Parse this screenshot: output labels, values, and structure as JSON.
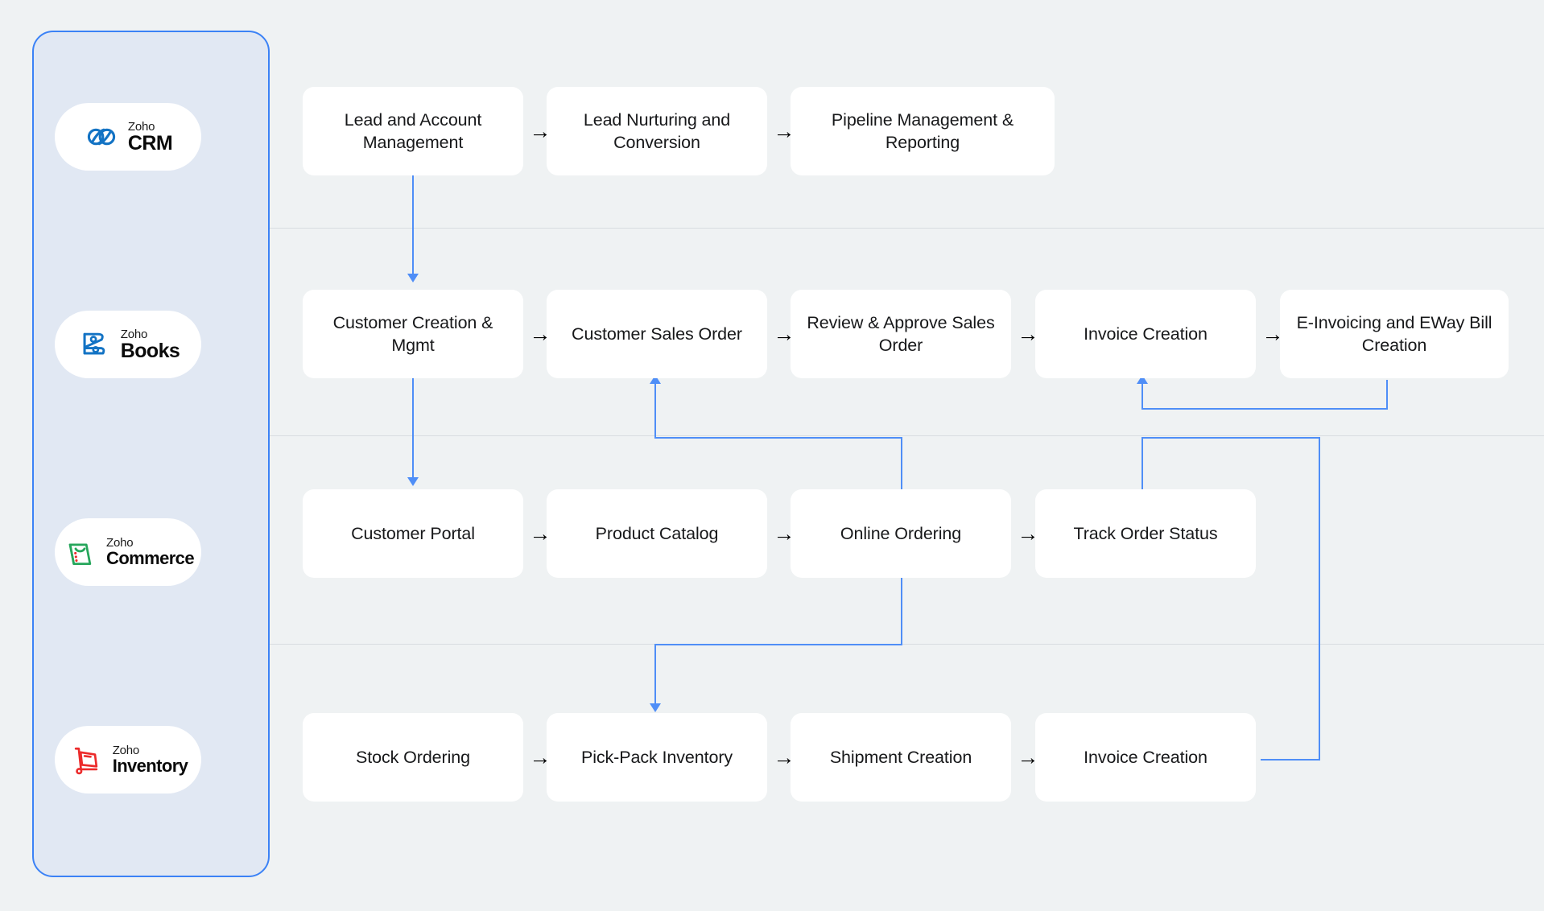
{
  "diagram": {
    "title": "Zoho suite order-to-invoice process flow",
    "colors": {
      "canvas_bg": "#eff2f3",
      "rail_bg": "#e1e8f3",
      "rail_border": "#3b82f6",
      "node_bg": "#ffffff",
      "connector": "#4f8ef7",
      "divider": "#d8dde1",
      "text": "#17181a"
    },
    "sequence_arrow_glyph": "→"
  },
  "apps": [
    {
      "brand": "Zoho",
      "name": "CRM",
      "icon": "zoho-crm-logo-icon",
      "accent": "#1373c4"
    },
    {
      "brand": "Zoho",
      "name": "Books",
      "icon": "zoho-books-logo-icon",
      "accent": "#1373c4"
    },
    {
      "brand": "Zoho",
      "name": "Commerce",
      "icon": "zoho-commerce-logo-icon",
      "accent": "#26a65b"
    },
    {
      "brand": "Zoho",
      "name": "Inventory",
      "icon": "zoho-inventory-logo-icon",
      "accent": "#ec2b2b"
    }
  ],
  "rows": [
    {
      "app": "CRM",
      "nodes": [
        "Lead and Account Management",
        "Lead Nurturing and Conversion",
        "Pipeline Management & Reporting"
      ]
    },
    {
      "app": "Books",
      "nodes": [
        "Customer Creation & Mgmt",
        "Customer Sales Order",
        "Review & Approve Sales Order",
        "Invoice Creation",
        "E-Invoicing and EWay Bill Creation"
      ]
    },
    {
      "app": "Commerce",
      "nodes": [
        "Customer Portal",
        "Product Catalog",
        "Online Ordering",
        "Track Order Status"
      ]
    },
    {
      "app": "Inventory",
      "nodes": [
        "Stock Ordering",
        "Pick-Pack Inventory",
        "Shipment Creation",
        "Invoice Creation"
      ]
    }
  ],
  "cross_links": [
    {
      "from": "Lead and Account Management",
      "to": "Customer Creation & Mgmt"
    },
    {
      "from": "Customer Creation & Mgmt",
      "to": "Customer Portal"
    },
    {
      "from": "Online Ordering",
      "to": "Customer Sales Order"
    },
    {
      "from": "Online Ordering",
      "to": "Pick-Pack Inventory"
    },
    {
      "from": "E-Invoicing and EWay Bill Creation",
      "to": "Invoice Creation (Books)"
    },
    {
      "from": "Invoice Creation (Inventory)",
      "to": "Track Order Status"
    }
  ]
}
